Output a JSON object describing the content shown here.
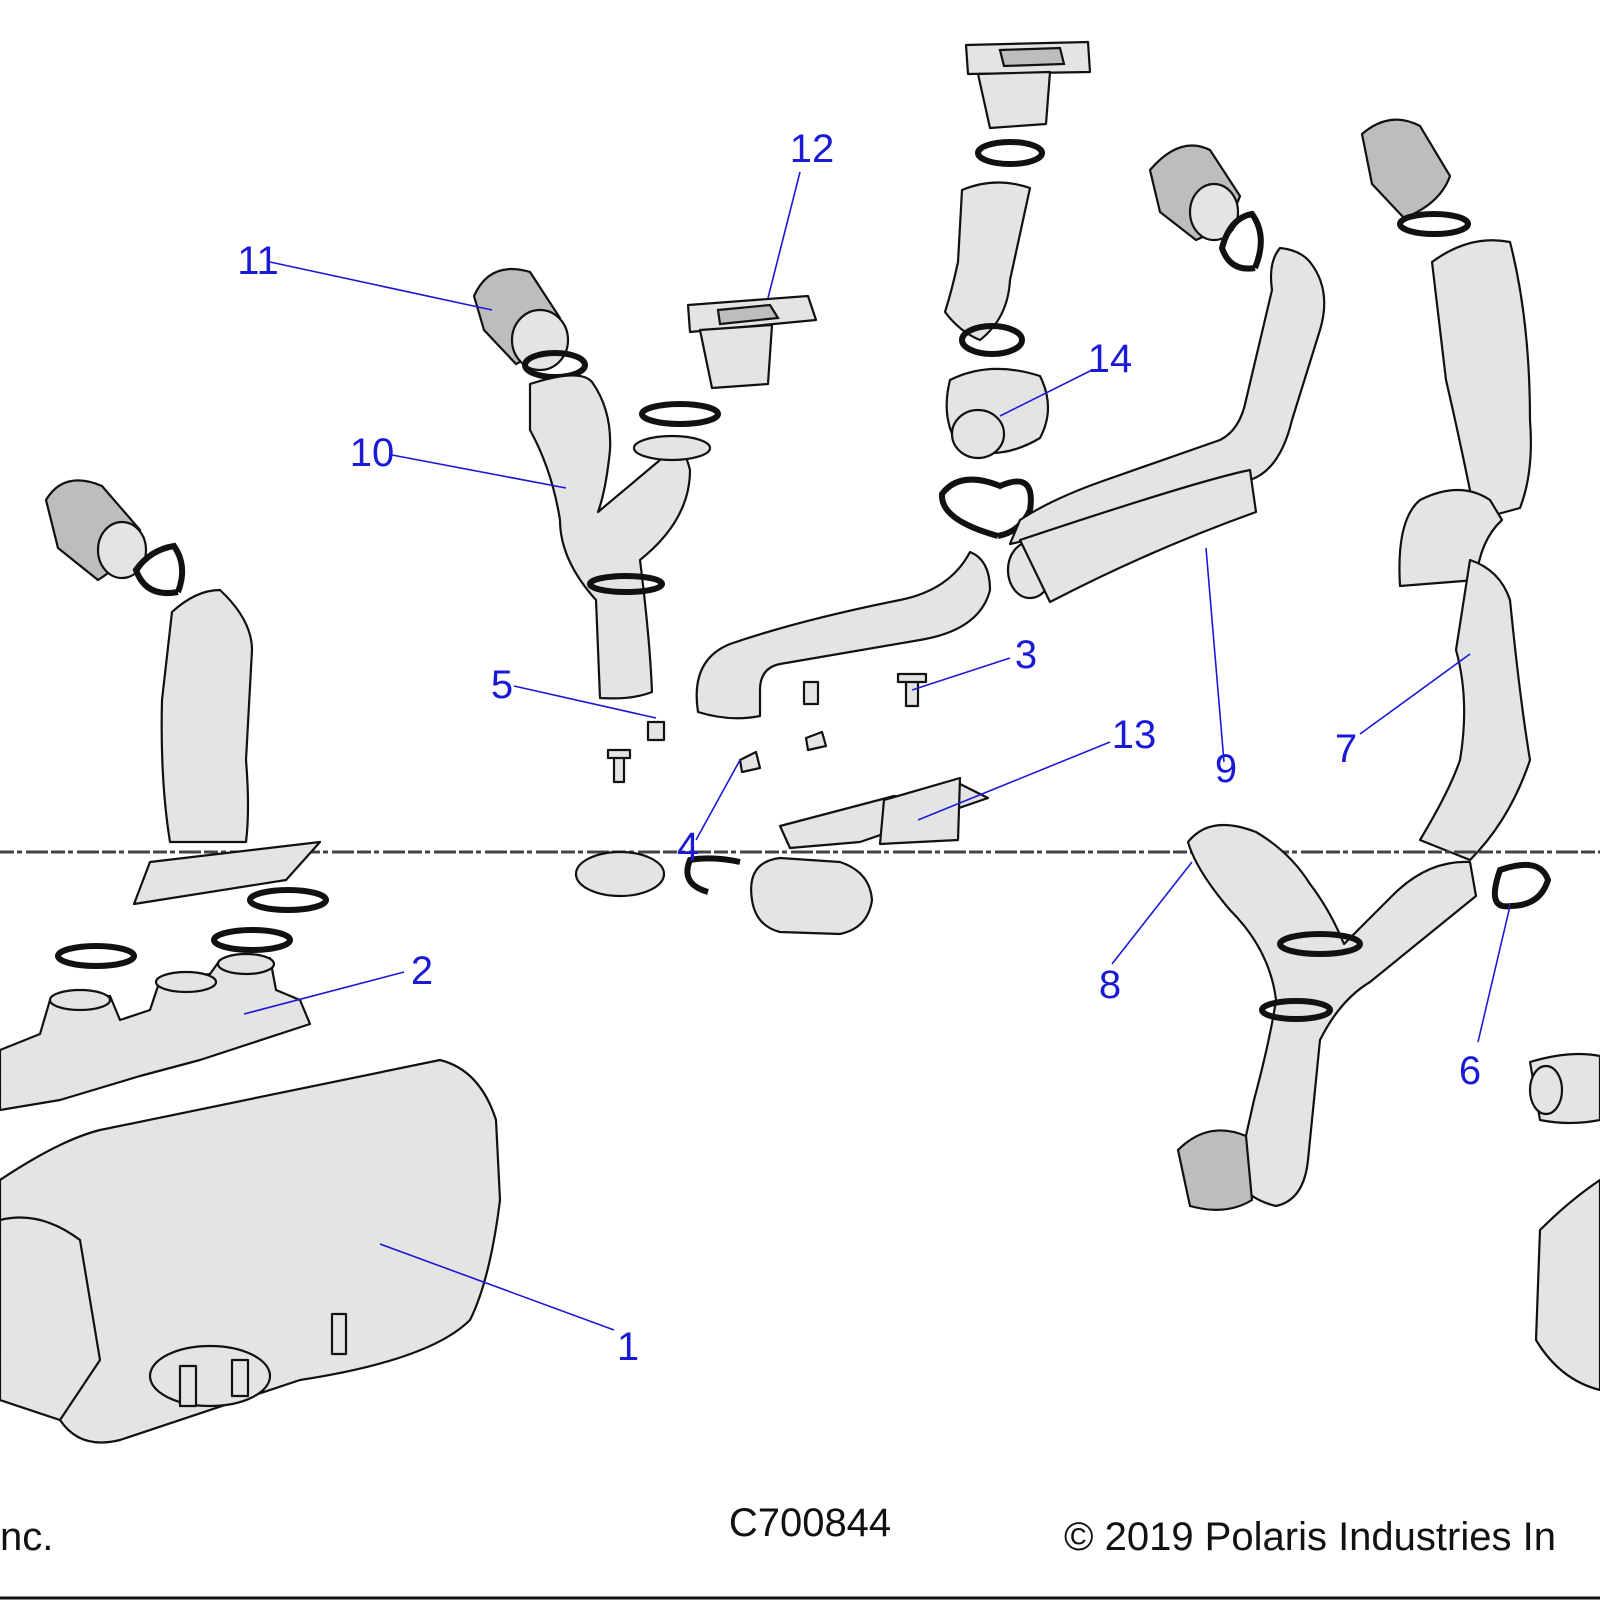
{
  "diagram": {
    "drawing_number": "C700844",
    "copyright_left": "nc.",
    "copyright_right": "© 2019 Polaris Industries In",
    "callouts": [
      {
        "id": "1",
        "label": "1"
      },
      {
        "id": "2",
        "label": "2"
      },
      {
        "id": "3",
        "label": "3"
      },
      {
        "id": "4",
        "label": "4"
      },
      {
        "id": "5",
        "label": "5"
      },
      {
        "id": "6",
        "label": "6"
      },
      {
        "id": "7",
        "label": "7"
      },
      {
        "id": "8",
        "label": "8"
      },
      {
        "id": "9",
        "label": "9"
      },
      {
        "id": "10",
        "label": "10"
      },
      {
        "id": "11",
        "label": "11"
      },
      {
        "id": "12",
        "label": "12"
      },
      {
        "id": "13",
        "label": "13"
      },
      {
        "id": "14",
        "label": "14"
      }
    ],
    "colors": {
      "callout": "#1a1ad6",
      "line": "#111111",
      "part_fill": "#e4e4e4"
    }
  }
}
